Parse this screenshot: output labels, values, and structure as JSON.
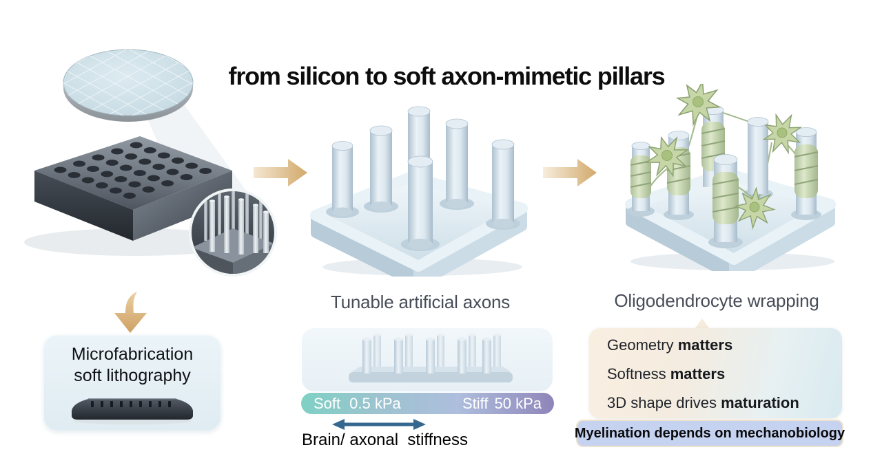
{
  "title": "from silicon to soft axon-mimetic pillars",
  "micro": {
    "line1": "Microfabrication",
    "line2": "soft lithography"
  },
  "tunable": {
    "heading": "Tunable artificial axons",
    "scale": {
      "soft_label": "Soft",
      "soft_value": "0.5 kPa",
      "stiff_label": "Stiff",
      "stiff_value": "50 kPa"
    },
    "axis_label": "Brain/ axonal  stiffness"
  },
  "wrapping": {
    "heading": "Oligodendrocyte wrapping",
    "findings": [
      {
        "lead": "Geometry ",
        "emph": "matters"
      },
      {
        "lead": "Softness ",
        "emph": "matters"
      },
      {
        "lead": "3D shape drives ",
        "emph": "maturation"
      }
    ],
    "banner": "Myelination depends on mechanobiology"
  },
  "colors": {
    "soft_teal": "#7fd0c4",
    "stiff_purple": "#8e85b9",
    "process_arrow_tan": "#d2a96b",
    "stiffness_axis_blue": "#36688f",
    "banner_blue": "#c6d3f0"
  }
}
